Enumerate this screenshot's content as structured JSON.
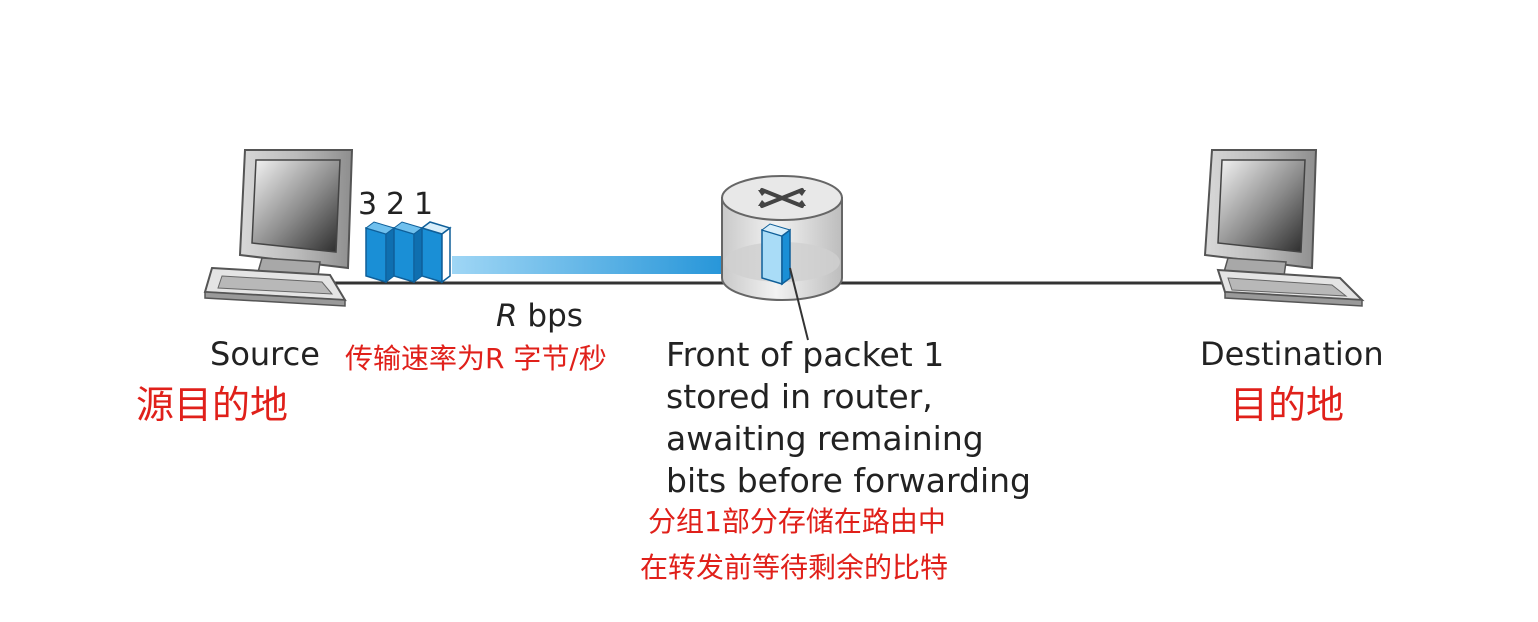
{
  "source": {
    "label": "Source",
    "label_zh": "源目的地"
  },
  "destination": {
    "label": "Destination",
    "label_zh": "目的地"
  },
  "packets": {
    "numbers": [
      "3",
      "2",
      "1"
    ]
  },
  "link": {
    "rate_var": "R",
    "rate_unit": " bps",
    "rate_zh": "传输速率为R 字节/秒"
  },
  "router_note": {
    "lines": [
      "Front of packet 1",
      "stored in router,",
      "awaiting remaining",
      "bits before forwarding"
    ],
    "zh_lines": [
      "分组1部分存储在路由中",
      "在转发前等待剩余的比特"
    ]
  },
  "colors": {
    "packet_blue": "#1a8fd6",
    "annotation_red": "#e0201a",
    "line": "#333333"
  }
}
